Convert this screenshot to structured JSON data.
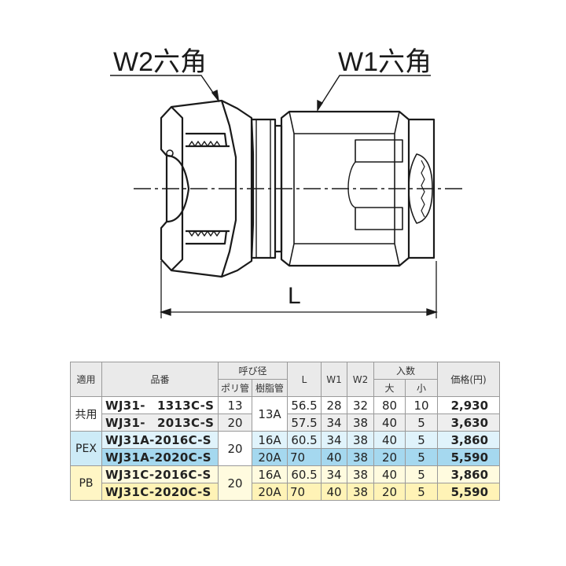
{
  "drawing": {
    "label_w2": "W2六角",
    "label_w1": "W1六角",
    "label_l": "L"
  },
  "table": {
    "headers": {
      "application": "適用",
      "part_number": "品番",
      "nominal": "呼び径",
      "poly": "ポリ管",
      "resin": "樹脂管",
      "l": "L",
      "w1": "W1",
      "w2": "W2",
      "qty": "入数",
      "qty_large": "大",
      "qty_small": "小",
      "price": "価格(円)"
    },
    "groups": {
      "kyoyo": "共用",
      "pex": "PEX",
      "pb": "PB"
    },
    "rows": [
      {
        "part": "WJ31-　1313C-S",
        "poly": "13",
        "resin": "13A",
        "l": "56.5",
        "w1": "28",
        "w2": "32",
        "large": "80",
        "small": "10",
        "price": "2,930"
      },
      {
        "part": "WJ31-　2013C-S",
        "poly": "20",
        "resin": "",
        "l": "57.5",
        "w1": "34",
        "w2": "38",
        "large": "40",
        "small": "5",
        "price": "3,630"
      },
      {
        "part": "WJ31A-2016C-S",
        "poly": "20",
        "resin": "16A",
        "l": "60.5",
        "w1": "34",
        "w2": "38",
        "large": "40",
        "small": "5",
        "price": "3,860"
      },
      {
        "part": "WJ31A-2020C-S",
        "poly": "",
        "resin": "20A",
        "l": "70",
        "w1": "40",
        "w2": "38",
        "large": "20",
        "small": "5",
        "price": "5,590"
      },
      {
        "part": "WJ31C-2016C-S",
        "poly": "20",
        "resin": "16A",
        "l": "60.5",
        "w1": "34",
        "w2": "38",
        "large": "40",
        "small": "5",
        "price": "3,860"
      },
      {
        "part": "WJ31C-2020C-S",
        "poly": "",
        "resin": "20A",
        "l": "70",
        "w1": "40",
        "w2": "38",
        "large": "20",
        "small": "5",
        "price": "5,590"
      }
    ]
  }
}
